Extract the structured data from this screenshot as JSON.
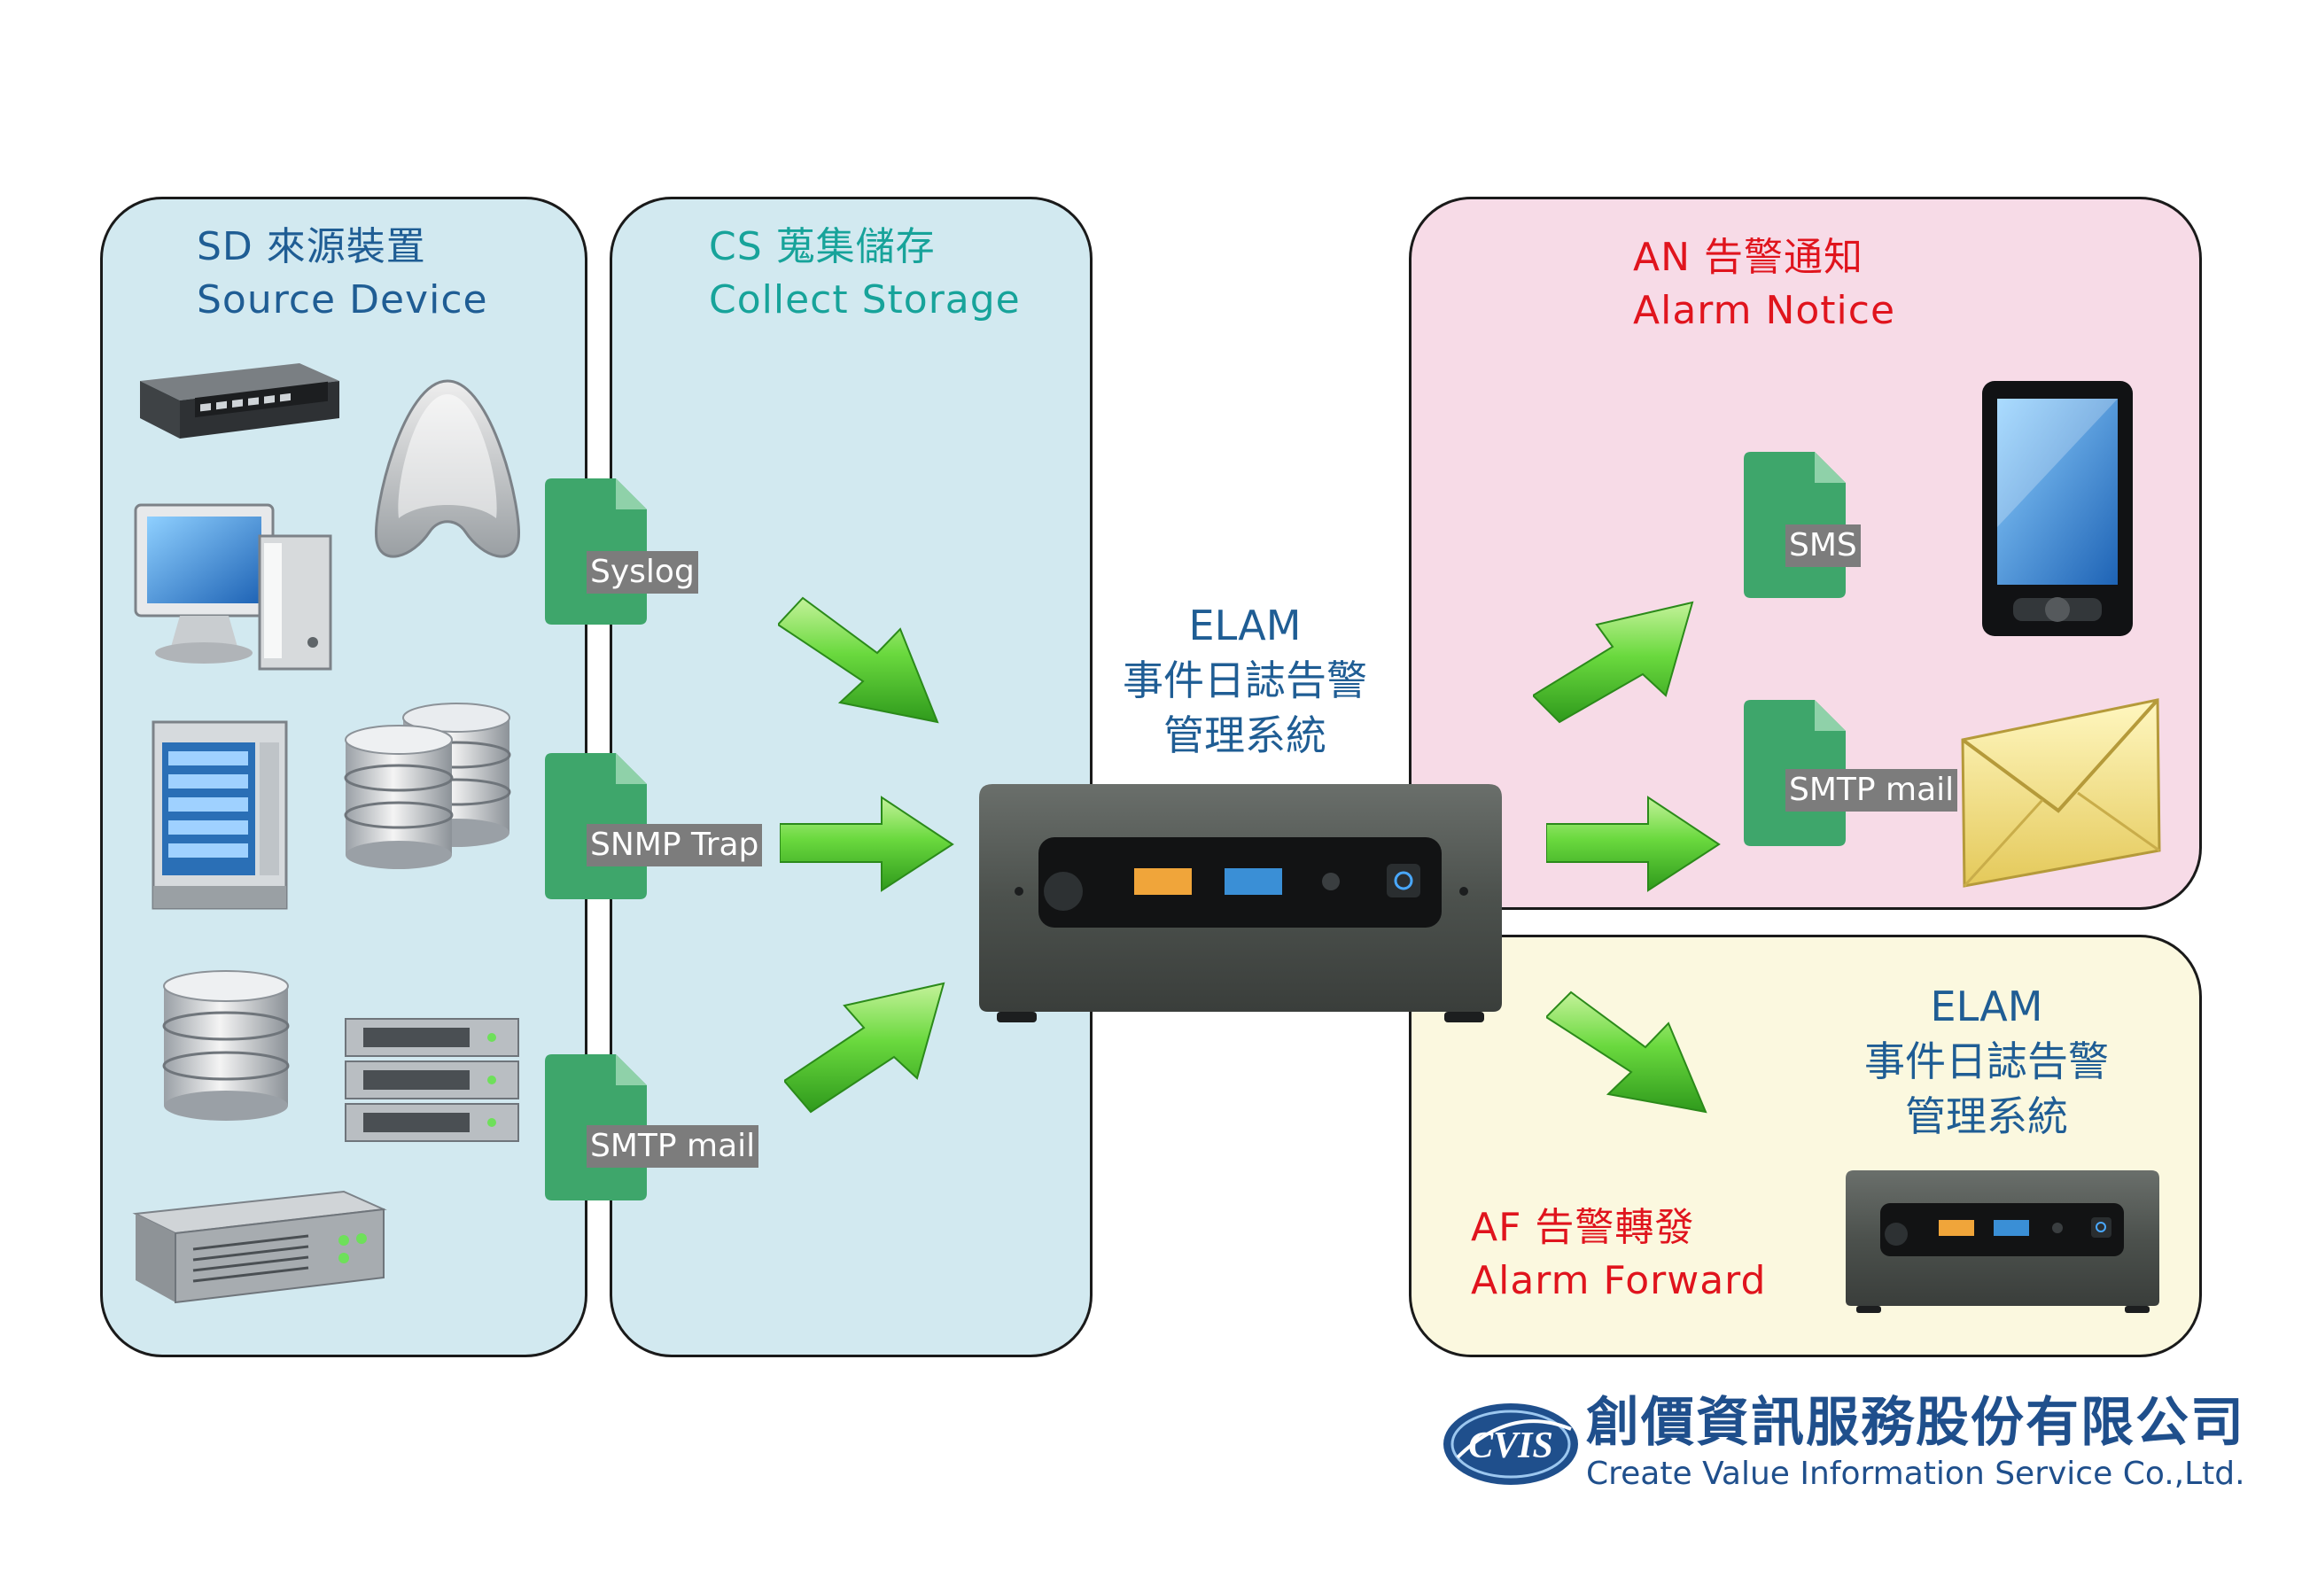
{
  "panels": {
    "source": {
      "title_cn": "SD 來源裝置",
      "title_en": "Source Device"
    },
    "collect": {
      "title_cn": "CS 蒐集儲存",
      "title_en": "Collect Storage"
    },
    "notice": {
      "title_cn": "AN 告警通知",
      "title_en": "Alarm Notice"
    },
    "forward": {
      "title_cn": "AF 告警轉發",
      "title_en": "Alarm Forward"
    }
  },
  "center": {
    "line1": "ELAM",
    "line2": "事件日誌告警",
    "line3": "管理系統"
  },
  "forward_target": {
    "line1": "ELAM",
    "line2": "事件日誌告警",
    "line3": "管理系統"
  },
  "protocols": {
    "syslog": "Syslog",
    "snmp": "SNMP Trap",
    "smtp_in": "SMTP mail",
    "sms": "SMS",
    "smtp_out": "SMTP mail"
  },
  "company": {
    "logo": "CVIS",
    "name_cn": "創價資訊服務股份有限公司",
    "name_en": "Create Value Information Service Co.,Ltd."
  },
  "colors": {
    "source_title": "#1f5d94",
    "collect_title": "#17a39a",
    "alarm_title": "#e0141d",
    "doc_green": "#3ea66b",
    "arrow_green": "#5fd43a"
  }
}
